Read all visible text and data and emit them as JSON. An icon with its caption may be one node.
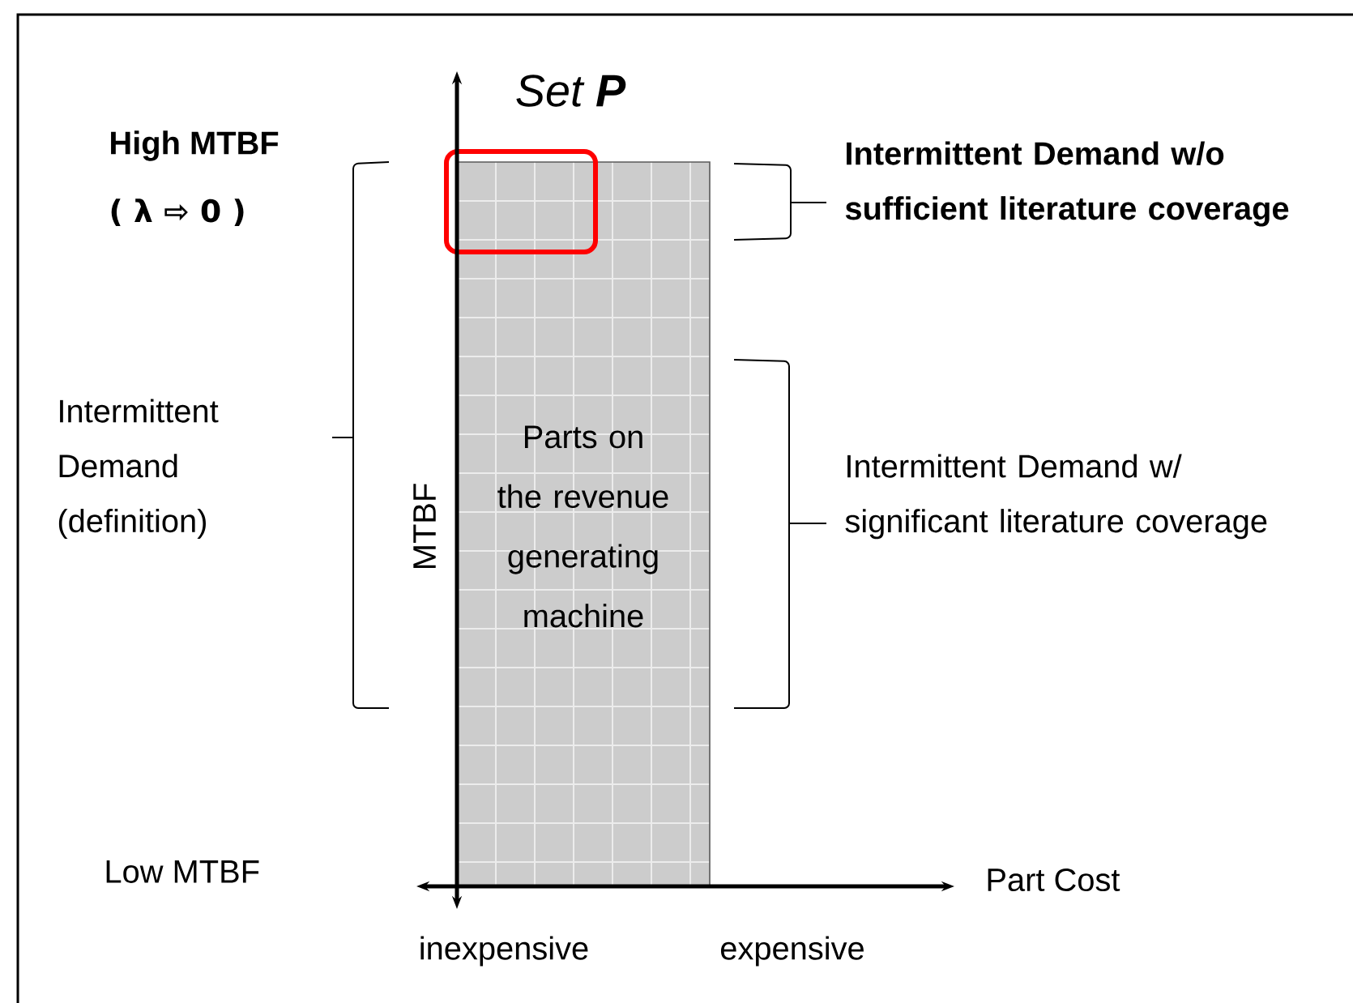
{
  "diagram": {
    "nodes": [
      {
        "text": [
          "Parts on the revenue generating machine"
        ]
      },
      {
        "text": [],
        "shape": "box"
      }
    ],
    "labels": [
      "Set **P**",
      "High MTBF",
      "( λ ⇨ 0 )",
      "Intermittent Demand (definition)",
      "MTBF",
      "Intermittent Demand w/o sufficient literature coverage",
      "Intermittent Demand w/ significant literature coverage",
      "Low MTBF",
      "Part Cost",
      "inexpensive",
      "expensive"
    ]
  }
}
